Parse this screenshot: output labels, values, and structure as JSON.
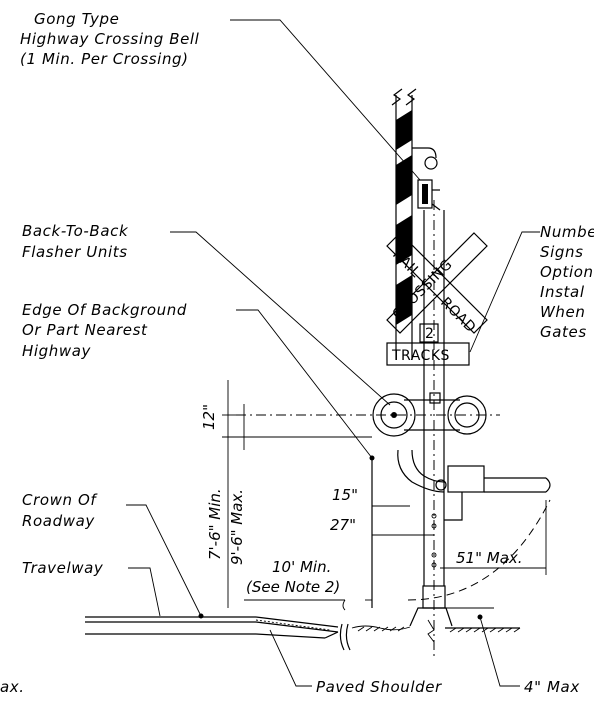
{
  "labels": {
    "bell_1": "Gong Type",
    "bell_2": "Highway Crossing Bell",
    "bell_3": "(1  Min. Per Crossing)",
    "flasher_1": "Back-To-Back",
    "flasher_2": "Flasher Units",
    "edge_1": "Edge Of Background",
    "edge_2": "Or Part Nearest",
    "edge_3": "Highway",
    "crown_1": "Crown Of",
    "crown_2": "Roadway",
    "travelway": "Travelway",
    "number_1": "Numbe",
    "number_2": "Signs",
    "number_3": "Option",
    "number_4": "Instal",
    "number_5": "When",
    "number_6": "Gates",
    "paved_shoulder": "Paved Shoulder",
    "max_4in": "4\" Max",
    "ax_cut": "ax."
  },
  "dimensions": {
    "d12": "12\"",
    "d7_6": "7'-6\" Min.",
    "d9_6": "9'-6\" Max.",
    "d15": "15\"",
    "d27": "27\"",
    "d51": "51\" Max.",
    "d10_1": "10' Min.",
    "d10_2": "(See Note 2)"
  },
  "sign": {
    "rail": "RAIL",
    "road": "ROAD",
    "crossing": "CROSSING",
    "tracks_number": "2",
    "tracks": "TRACKS"
  }
}
